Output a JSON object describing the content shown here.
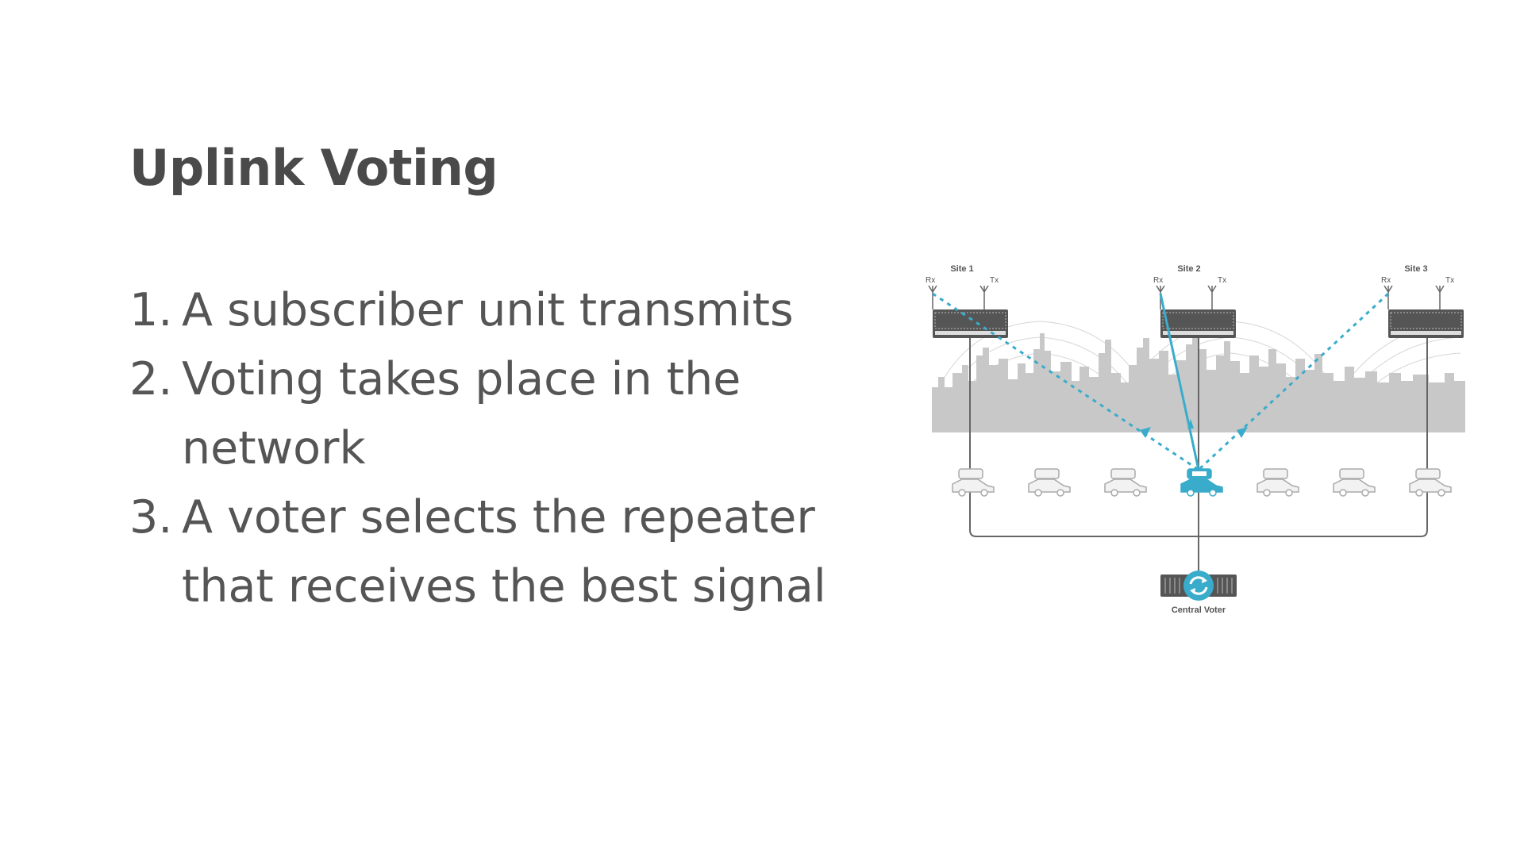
{
  "slide": {
    "title": "Uplink Voting",
    "steps": [
      {
        "number": "1.",
        "text": "A subscriber unit transmits"
      },
      {
        "number": "2.",
        "text": "Voting takes place in the network"
      },
      {
        "number": "3.",
        "text": "A voter selects the repeater that receives the best signal"
      }
    ]
  },
  "diagram": {
    "sites": [
      {
        "label": "Site 1",
        "rx": "Rx",
        "tx": "Tx"
      },
      {
        "label": "Site 2",
        "rx": "Rx",
        "tx": "Tx"
      },
      {
        "label": "Site 3",
        "rx": "Rx",
        "tx": "Tx"
      }
    ],
    "central_voter_label": "Central Voter",
    "colors": {
      "accent": "#3aaccb",
      "gray": "#c8c8c8",
      "dark": "#555555",
      "line": "#666666"
    },
    "vehicle_count": 7,
    "active_vehicle_index": 3
  }
}
